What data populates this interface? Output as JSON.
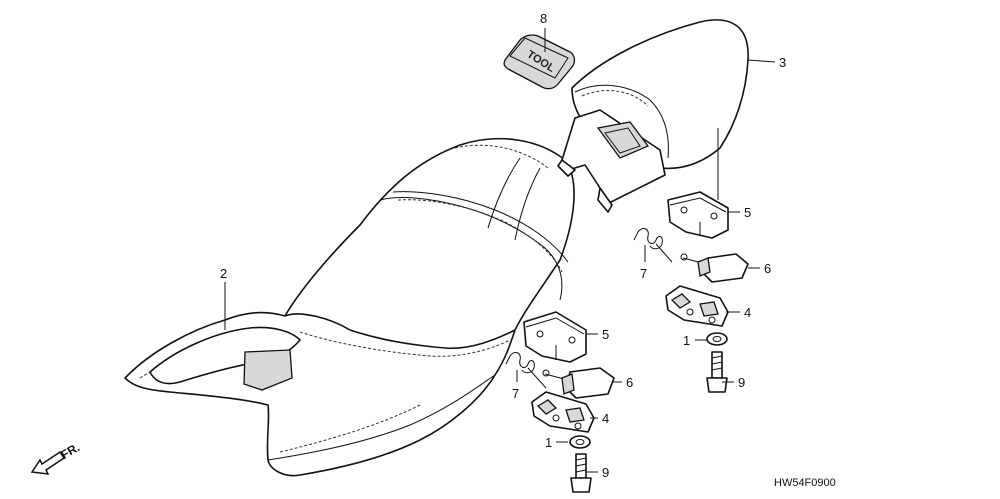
{
  "callouts": {
    "c1a": "1",
    "c1b": "1",
    "c2": "2",
    "c3": "3",
    "c4a": "4",
    "c4b": "4",
    "c5a": "5",
    "c5b": "5",
    "c6a": "6",
    "c6b": "6",
    "c7a": "7",
    "c7b": "7",
    "c8": "8",
    "c9a": "9",
    "c9b": "9"
  },
  "tool_label": "TOOL",
  "direction_label": "FR.",
  "drawing_code": "HW54F0900"
}
